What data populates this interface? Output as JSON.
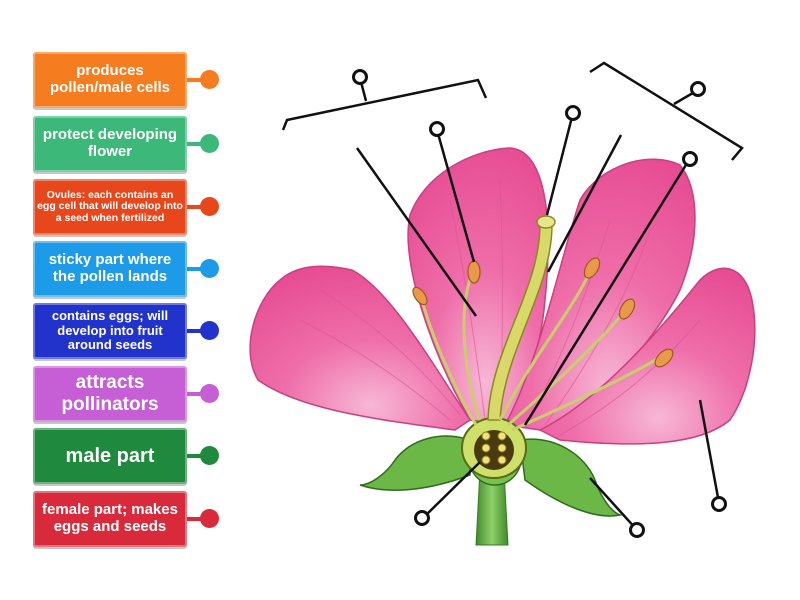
{
  "labels": [
    {
      "text": "produces pollen/male cells",
      "color": "#f57c1f"
    },
    {
      "text": "protect developing flower",
      "color": "#3cb878"
    },
    {
      "text": "Ovules: each contains an egg cell that will develop into a seed when fertilized",
      "color": "#e8471b"
    },
    {
      "text": "sticky part where the pollen lands",
      "color": "#1e9be8"
    },
    {
      "text": "contains eggs; will develop into fruit around seeds",
      "color": "#2233cc"
    },
    {
      "text": "attracts pollinators",
      "color": "#c65ed6"
    },
    {
      "text": "male part",
      "color": "#1f8a3d"
    },
    {
      "text": "female part; makes eggs and seeds",
      "color": "#d92a3c"
    }
  ],
  "diagram": {
    "petal_color": "#ee6aa6",
    "stem_color": "#5aa83a",
    "pollen_color": "#e89a4a",
    "pin_color": "#111111"
  }
}
